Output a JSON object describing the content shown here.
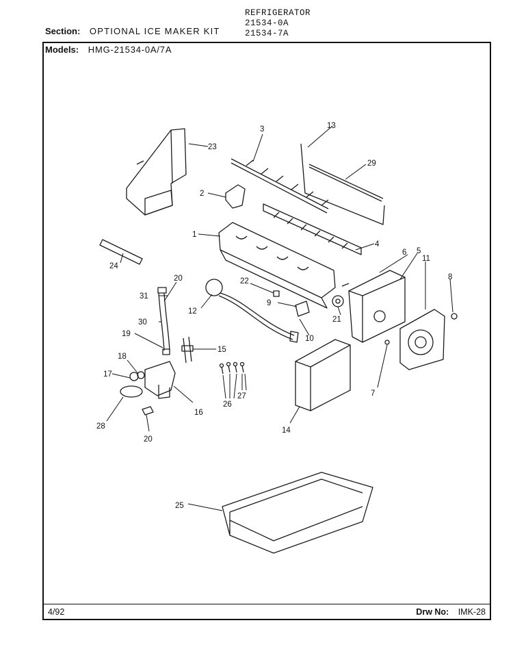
{
  "header": {
    "product": "REFRIGERATOR",
    "model_line_1": "21534-0A",
    "model_line_2": "21534-7A"
  },
  "section": {
    "label": "Section:",
    "value": "OPTIONAL ICE MAKER KIT"
  },
  "models": {
    "label": "Models:",
    "value": "HMG-21534-0A/7A"
  },
  "footer": {
    "date": "4/92",
    "drawing_label": "Drw No:",
    "drawing_number": "IMK-28"
  },
  "callouts": [
    {
      "id": "c1",
      "label": "1"
    },
    {
      "id": "c2",
      "label": "2"
    },
    {
      "id": "c3",
      "label": "3"
    },
    {
      "id": "c4",
      "label": "4"
    },
    {
      "id": "c5",
      "label": "5"
    },
    {
      "id": "c6",
      "label": "6"
    },
    {
      "id": "c7",
      "label": "7"
    },
    {
      "id": "c8",
      "label": "8"
    },
    {
      "id": "c9",
      "label": "9"
    },
    {
      "id": "c10",
      "label": "10"
    },
    {
      "id": "c11",
      "label": "11"
    },
    {
      "id": "c12",
      "label": "12"
    },
    {
      "id": "c13",
      "label": "13"
    },
    {
      "id": "c14",
      "label": "14"
    },
    {
      "id": "c15",
      "label": "15"
    },
    {
      "id": "c16",
      "label": "16"
    },
    {
      "id": "c17",
      "label": "17"
    },
    {
      "id": "c18",
      "label": "18"
    },
    {
      "id": "c19",
      "label": "19"
    },
    {
      "id": "c20a",
      "label": "20"
    },
    {
      "id": "c20b",
      "label": "20"
    },
    {
      "id": "c21",
      "label": "21"
    },
    {
      "id": "c22",
      "label": "22"
    },
    {
      "id": "c23",
      "label": "23"
    },
    {
      "id": "c24",
      "label": "24"
    },
    {
      "id": "c25",
      "label": "25"
    },
    {
      "id": "c26",
      "label": "26"
    },
    {
      "id": "c27",
      "label": "27"
    },
    {
      "id": "c28",
      "label": "28"
    },
    {
      "id": "c29",
      "label": "29"
    },
    {
      "id": "c30",
      "label": "30"
    },
    {
      "id": "c31",
      "label": "31"
    }
  ]
}
